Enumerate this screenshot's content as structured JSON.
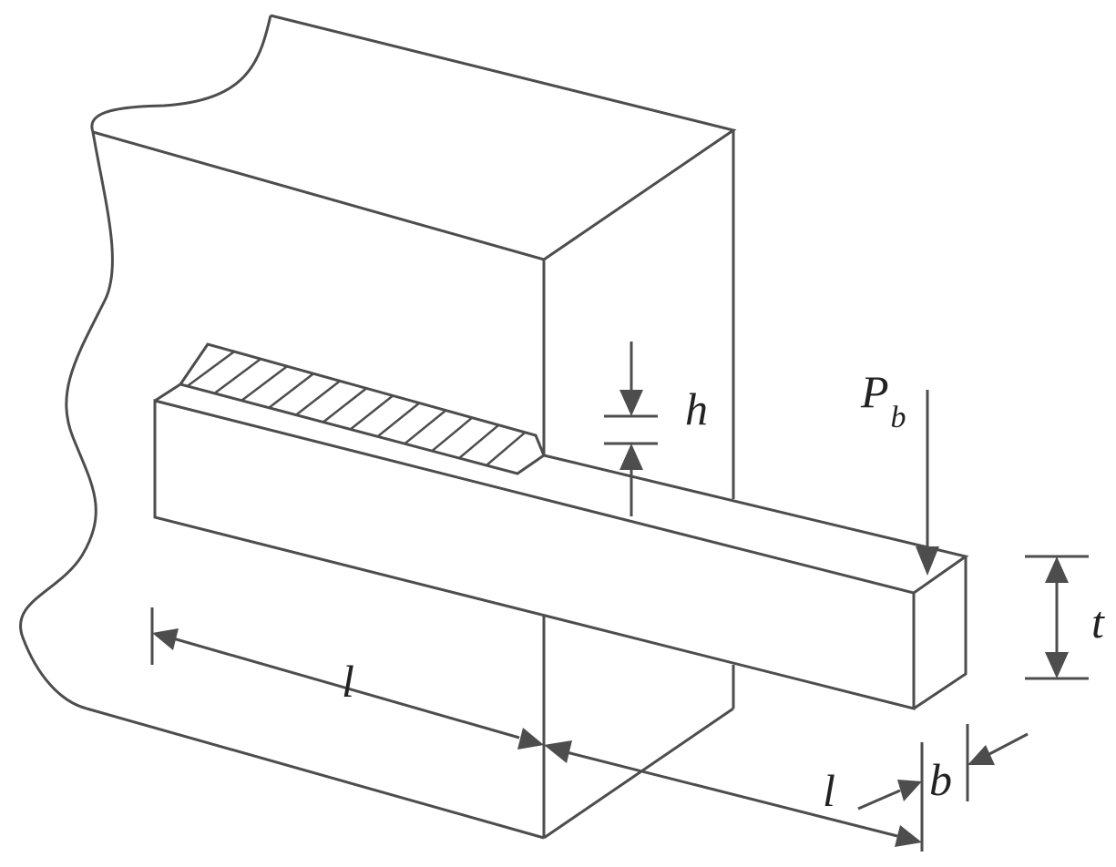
{
  "labels": {
    "h": "h",
    "P": "P",
    "P_sub": "b",
    "t": "t",
    "l_left": "l",
    "l_right": "l",
    "b": "b"
  },
  "colors": {
    "line": "#4d4d4d",
    "text": "#222222",
    "background": "#ffffff"
  }
}
